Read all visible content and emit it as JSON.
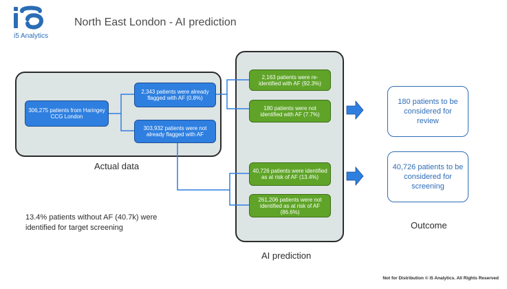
{
  "brand": {
    "name": "i5 Analytics",
    "color": "#2a6db5"
  },
  "title": "North East London - AI prediction",
  "actual": {
    "label": "Actual data",
    "source": "306,275 patients from Haringey CCG London",
    "flagged": "2,343 patients were already flagged with AF (0.8%)",
    "not_flagged": "303,932 patients were not already flagged with AF"
  },
  "ai": {
    "label": "AI prediction",
    "reidentified": "2,163 patients were re-identified with AF (92.3%)",
    "not_identified_af": "180 patients were not identified with AF (7.7%)",
    "at_risk": "40,726 patients were identified as at risk of AF (13.4%)",
    "not_at_risk": "261,206 patients were not identified as at risk of AF (86.6%)"
  },
  "outcome": {
    "label": "Outcome",
    "review": "180 patients to be considered for review",
    "screening": "40,726 patients to be considered for screening"
  },
  "note": "13.4% patients without AF (40.7k) were identified for target screening",
  "footer": "Not for Distribution © i5 Analytics. All Rights Reserved",
  "colors": {
    "blue": "#2e7fe0",
    "green": "#5fa428",
    "panel": "#dde4e4",
    "arrow": "#2e7fe0"
  }
}
